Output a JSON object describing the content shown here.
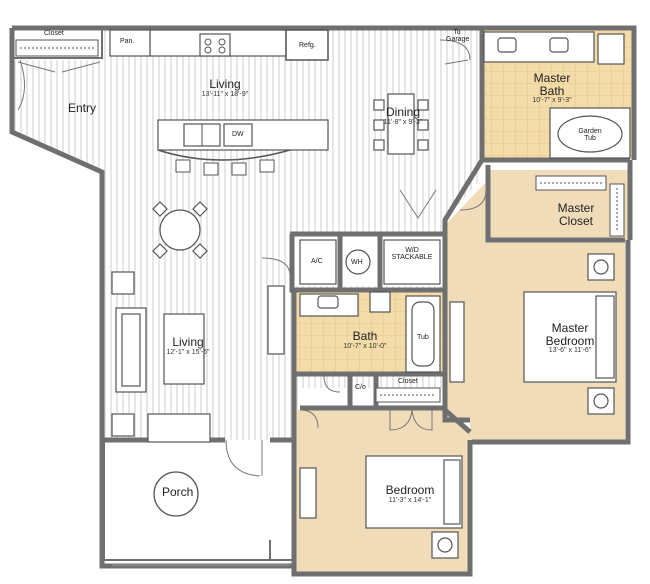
{
  "colors": {
    "wall": "#6f6f6f",
    "stripe": "#d9d9d9",
    "tile": "#f4dcaa",
    "tile_line": "#e6c47e",
    "carpet": "#f1dcb9",
    "fixture": "#555555",
    "paper": "#ffffff"
  },
  "rooms": {
    "closet_entry": "Closet",
    "pantry": "Pan.",
    "refrigerator": "Refg.",
    "to_garage_line1": "To",
    "to_garage_line2": "Garage",
    "entry": "Entry",
    "living_top": {
      "name": "Living",
      "dims": "13'-11\" x 18'-9\""
    },
    "dishwasher": "DW",
    "dining": {
      "name": "Dining",
      "dims": "11'-8\" x 9'-3\""
    },
    "master_bath": {
      "name_line1": "Master",
      "name_line2": "Bath",
      "dims": "10'-7\" x 9'-3\""
    },
    "garden_tub_line1": "Garden",
    "garden_tub_line2": "Tub",
    "master_closet_line1": "Master",
    "master_closet_line2": "Closet",
    "ac": "A/C",
    "water_heater": "WH",
    "washer_dryer_line1": "W/D",
    "washer_dryer_line2": "STACKABLE",
    "living_main": {
      "name": "Living",
      "dims": "12'-1\" x 15'-6\""
    },
    "bath": {
      "name": "Bath",
      "dims": "10'-7\" x 10'-0\""
    },
    "tub": "Tub",
    "master_bedroom": {
      "name_line1": "Master",
      "name_line2": "Bedroom",
      "dims": "13'-6\" x 11'-6\""
    },
    "coat_closet": "C/o",
    "hall_closet": "Closet",
    "porch": "Porch",
    "bedroom": {
      "name": "Bedroom",
      "dims": "11'-3\" x 14'-1\""
    }
  }
}
